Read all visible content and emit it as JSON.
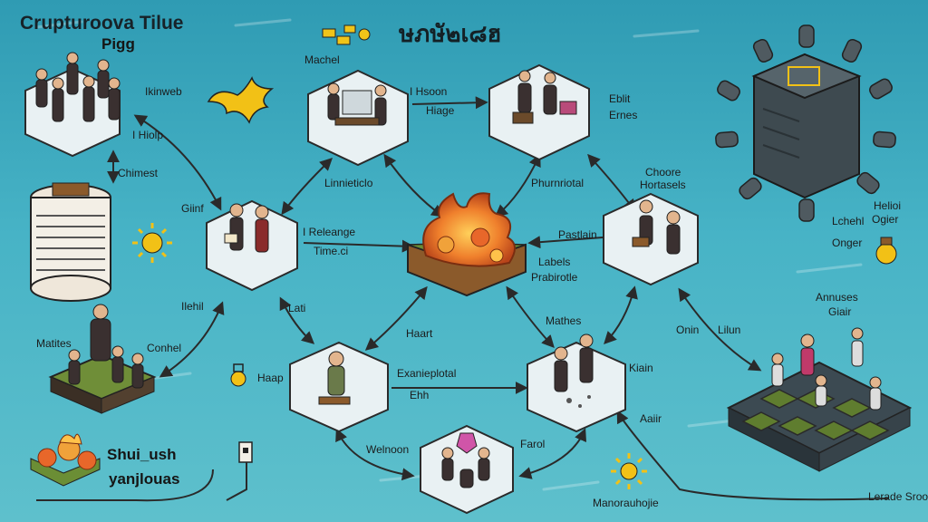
{
  "title": "Crupturoova Tilue",
  "subtitle": "Pigg",
  "header_glyphs": "ษภษั๒เ๘ฮ",
  "brand_colors": {
    "background": "#3fa9bf",
    "fire": "#e8672a",
    "tile_green": "#5f7d2f",
    "sun": "#f2c116"
  },
  "labels": {
    "kinweb": "Ikinweb",
    "hiolp": "I Hiolp",
    "chimest": "Chimest",
    "giinf": "Giinf",
    "machel": "Machel",
    "hsoon": "I Hsoon",
    "hiage": "Hiage",
    "eblit": "Eblit",
    "ernes": "Ernes",
    "linnieticlo": "Linnieticlo",
    "releange": "I Releange",
    "timo": "Time.ci",
    "phurnriotal": "Phurnriotal",
    "choore": "Choore",
    "hortasels": "Hortasels",
    "pastlain": "Pastlain",
    "labels": "Labels",
    "prabirotle": "Prabirotle",
    "helioi": "Helioi",
    "ogier": "Ogier",
    "lchehl": "Lchehl",
    "onger": "Onger",
    "annuses": "Annuses",
    "giair": "Giair",
    "liiehil": "Ilehil",
    "lati": "Lati",
    "matites": "Matites",
    "conhel": "Conhel",
    "haari": "Haart",
    "mathes": "Mathes",
    "onin": "Onin",
    "lilun": "Lilun",
    "exanieplotal": "Exanieplotal",
    "ehh": "Ehh",
    "kiain": "Kiain",
    "haap": "Haap",
    "welnoon": "Welnoon",
    "farol": "Farol",
    "aaiir": "Aaiir",
    "shui_ush": "Shui_ush",
    "yanjlouas": "yanjlouas",
    "manorauhojie": "Manorauhojie",
    "lerade": "Lerade Sroon"
  }
}
